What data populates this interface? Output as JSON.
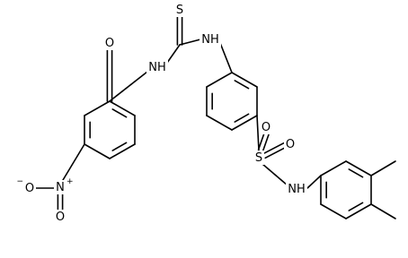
{
  "atoms": [
    {
      "id": "O_carbonyl",
      "text": "O"
    },
    {
      "id": "NH_amide",
      "text": "NH"
    },
    {
      "id": "S_thione",
      "text": "S"
    },
    {
      "id": "NH_thiourea",
      "text": "NH"
    },
    {
      "id": "N_nitro",
      "text": "N",
      "charge": "+"
    },
    {
      "id": "O_nitro_neg",
      "text": "O",
      "charge": "−"
    },
    {
      "id": "O_nitro_dbl",
      "text": "O"
    },
    {
      "id": "S_sulfonyl",
      "text": "S"
    },
    {
      "id": "O_sulfonyl_top",
      "text": "O"
    },
    {
      "id": "O_sulfonyl_right",
      "text": "O"
    },
    {
      "id": "NH_sulfonamide",
      "text": "NH"
    }
  ],
  "colors": {
    "bond": "#000000",
    "background": "#ffffff"
  }
}
